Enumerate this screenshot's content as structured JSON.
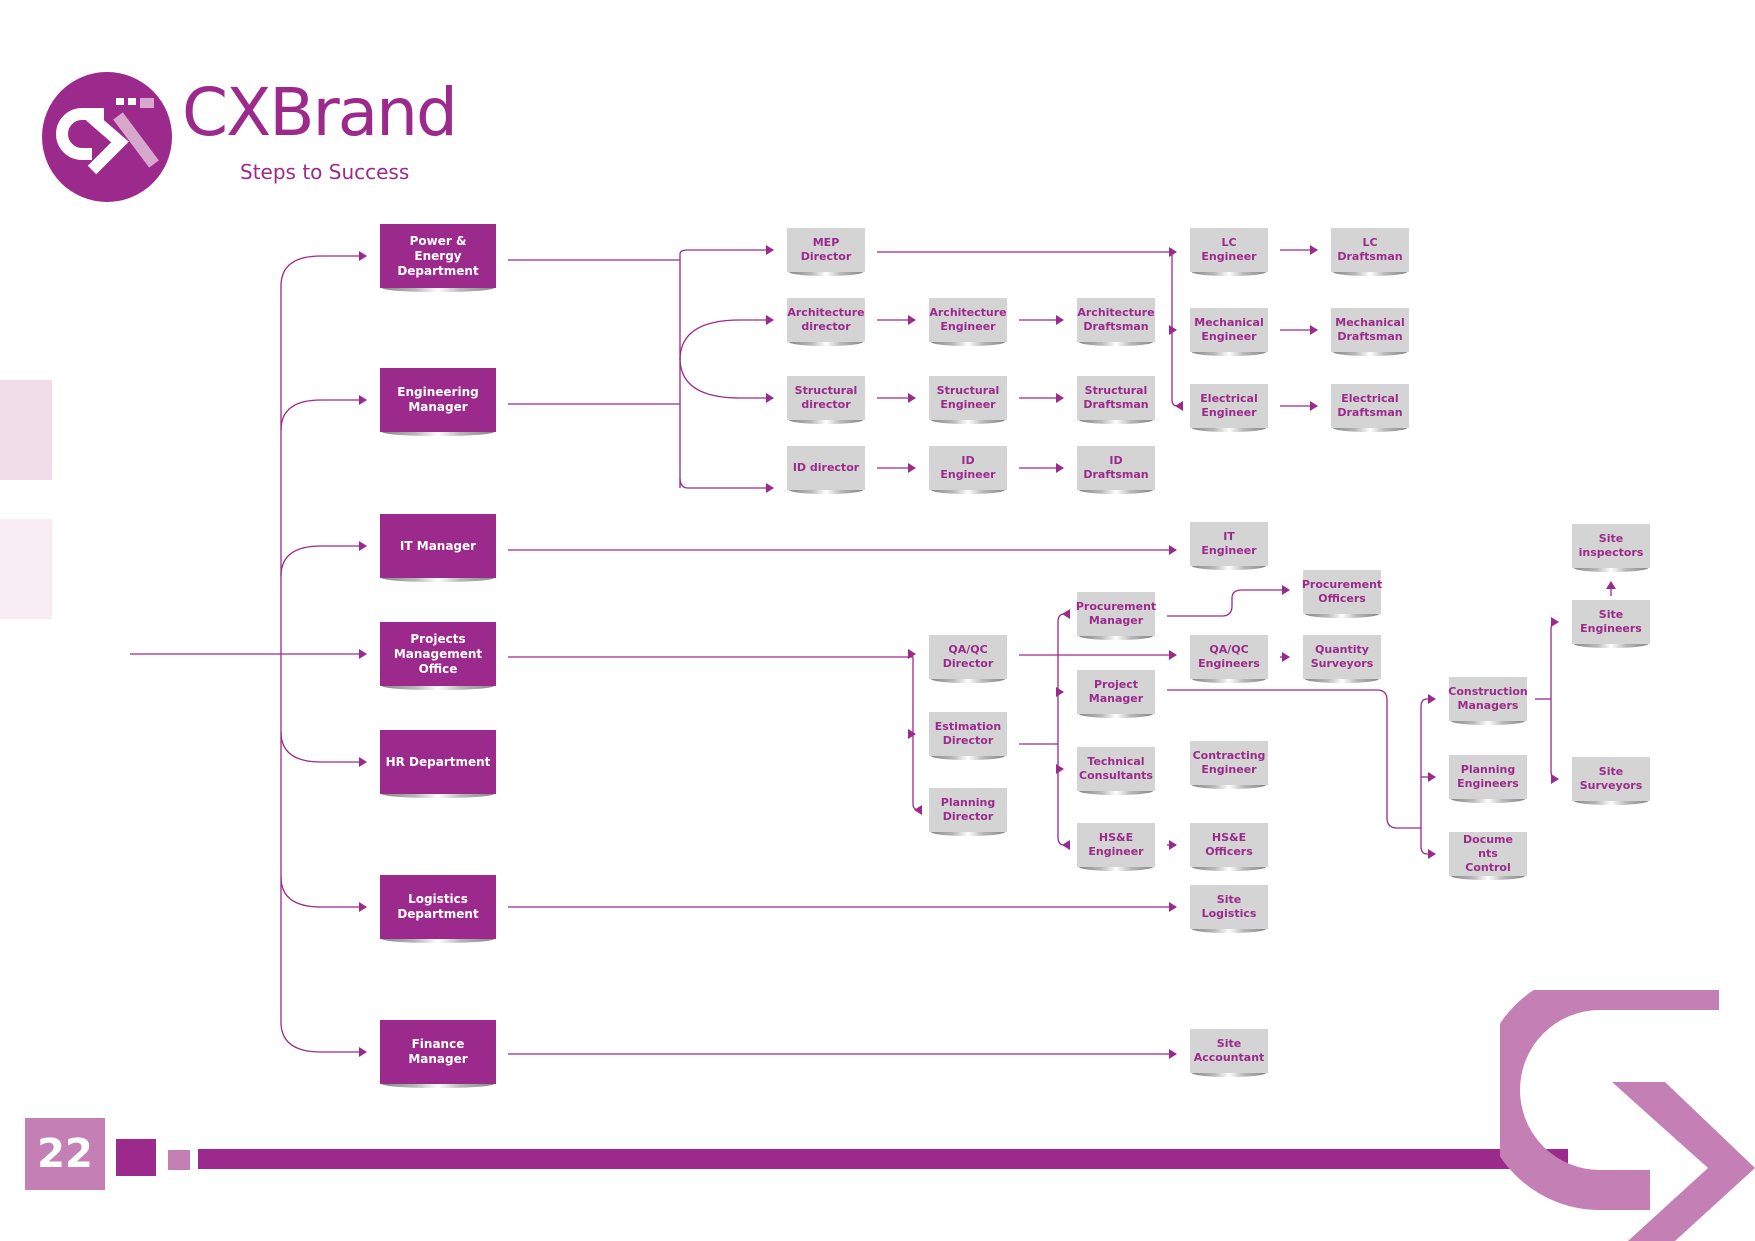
{
  "brand": {
    "name": "CXBrand",
    "tagline": "Steps to Success",
    "logo_icon": "cx-logo-icon"
  },
  "colors": {
    "primary": "#9c2a8c",
    "light": "#c47fb5",
    "role_box": "#d4d4d4",
    "tab_a": "#f0dde9",
    "tab_b": "#f7edf3"
  },
  "footer": {
    "page_number": "22"
  },
  "departments": [
    {
      "id": "power",
      "label": "Power & Energy\nDepartment"
    },
    {
      "id": "eng",
      "label": "Engineering\nManager"
    },
    {
      "id": "it",
      "label": "IT Manager"
    },
    {
      "id": "pmo",
      "label": "Projects\nManagement\nOffice"
    },
    {
      "id": "hr",
      "label": "HR Department"
    },
    {
      "id": "log",
      "label": "Logistics\nDepartment"
    },
    {
      "id": "fin",
      "label": "Finance\nManager"
    }
  ],
  "roles": [
    {
      "id": "mep_dir",
      "label": "MEP Director"
    },
    {
      "id": "arch_dir",
      "label": "Architecture\ndirector"
    },
    {
      "id": "arch_eng",
      "label": "Architecture\nEngineer"
    },
    {
      "id": "arch_dr",
      "label": "Architecture\nDraftsman"
    },
    {
      "id": "str_dir",
      "label": "Structural\ndirector"
    },
    {
      "id": "str_eng",
      "label": "Structural\nEngineer"
    },
    {
      "id": "str_dr",
      "label": "Structural\nDraftsman"
    },
    {
      "id": "id_dir",
      "label": "ID director"
    },
    {
      "id": "id_eng",
      "label": "ID Engineer"
    },
    {
      "id": "id_dr",
      "label": "ID Draftsman"
    },
    {
      "id": "lc_eng",
      "label": "LC Engineer"
    },
    {
      "id": "lc_dr",
      "label": "LC Draftsman"
    },
    {
      "id": "mech_eng",
      "label": "Mechanical\nEngineer"
    },
    {
      "id": "mech_dr",
      "label": "Mechanical\nDraftsman"
    },
    {
      "id": "elec_eng",
      "label": "Electrical\nEngineer"
    },
    {
      "id": "elec_dr",
      "label": "Electrical\nDraftsman"
    },
    {
      "id": "it_eng",
      "label": "IT Engineer"
    },
    {
      "id": "qaqc_dir",
      "label": "QA/QC\nDirector"
    },
    {
      "id": "est_dir",
      "label": "Estimation\nDirector"
    },
    {
      "id": "plan_dir",
      "label": "Planning\nDirector"
    },
    {
      "id": "proc_mgr",
      "label": "Procurement\nManager"
    },
    {
      "id": "proj_mgr",
      "label": "Project\nManager"
    },
    {
      "id": "tech_cons",
      "label": "Technical\nConsultants"
    },
    {
      "id": "hse_eng",
      "label": "HS&E\nEngineer"
    },
    {
      "id": "proc_off",
      "label": "Procurement\nOfficers"
    },
    {
      "id": "qaqc_eng",
      "label": "QA/QC\nEngineers"
    },
    {
      "id": "qty_surv",
      "label": "Quantity\nSurveyors"
    },
    {
      "id": "contr_eng",
      "label": "Contracting\nEngineer"
    },
    {
      "id": "hse_off",
      "label": "HS&E\nOfficers"
    },
    {
      "id": "site_log",
      "label": "Site\nLogistics"
    },
    {
      "id": "site_acc",
      "label": "Site\nAccountant"
    },
    {
      "id": "const_mgr",
      "label": "Construction\nManagers"
    },
    {
      "id": "plan_eng",
      "label": "Planning\nEngineers"
    },
    {
      "id": "doc_ctrl",
      "label": "Docume nts\nControl"
    },
    {
      "id": "site_eng",
      "label": "Site\nEngineers"
    },
    {
      "id": "site_insp",
      "label": "Site\ninspectors"
    },
    {
      "id": "site_surv",
      "label": "Site\nSurveyors"
    }
  ],
  "connections": [
    [
      "root",
      "power"
    ],
    [
      "root",
      "eng"
    ],
    [
      "root",
      "it"
    ],
    [
      "root",
      "pmo"
    ],
    [
      "root",
      "hr"
    ],
    [
      "root",
      "log"
    ],
    [
      "root",
      "fin"
    ],
    [
      "power",
      "mep_dir"
    ],
    [
      "eng",
      "arch_dir"
    ],
    [
      "eng",
      "str_dir"
    ],
    [
      "eng",
      "id_dir"
    ],
    [
      "arch_dir",
      "arch_eng"
    ],
    [
      "arch_eng",
      "arch_dr"
    ],
    [
      "str_dir",
      "str_eng"
    ],
    [
      "str_eng",
      "str_dr"
    ],
    [
      "id_dir",
      "id_eng"
    ],
    [
      "id_eng",
      "id_dr"
    ],
    [
      "mep_dir",
      "lc_eng"
    ],
    [
      "mep_dir",
      "mech_eng"
    ],
    [
      "mep_dir",
      "elec_eng"
    ],
    [
      "lc_eng",
      "lc_dr"
    ],
    [
      "mech_eng",
      "mech_dr"
    ],
    [
      "elec_eng",
      "elec_dr"
    ],
    [
      "it",
      "it_eng"
    ],
    [
      "pmo",
      "qaqc_dir"
    ],
    [
      "pmo",
      "est_dir"
    ],
    [
      "pmo",
      "plan_dir"
    ],
    [
      "qaqc_dir",
      "qaqc_eng"
    ],
    [
      "qaqc_eng",
      "qty_surv"
    ],
    [
      "est_dir",
      "proc_mgr"
    ],
    [
      "est_dir",
      "proj_mgr"
    ],
    [
      "est_dir",
      "tech_cons"
    ],
    [
      "est_dir",
      "hse_eng"
    ],
    [
      "proc_mgr",
      "proc_off"
    ],
    [
      "hse_eng",
      "hse_off"
    ],
    [
      "proj_mgr",
      "const_mgr"
    ],
    [
      "proj_mgr",
      "plan_eng"
    ],
    [
      "proj_mgr",
      "doc_ctrl"
    ],
    [
      "const_mgr",
      "site_eng"
    ],
    [
      "const_mgr",
      "site_surv"
    ],
    [
      "site_eng",
      "site_insp"
    ],
    [
      "log",
      "site_log"
    ],
    [
      "fin",
      "site_acc"
    ]
  ]
}
